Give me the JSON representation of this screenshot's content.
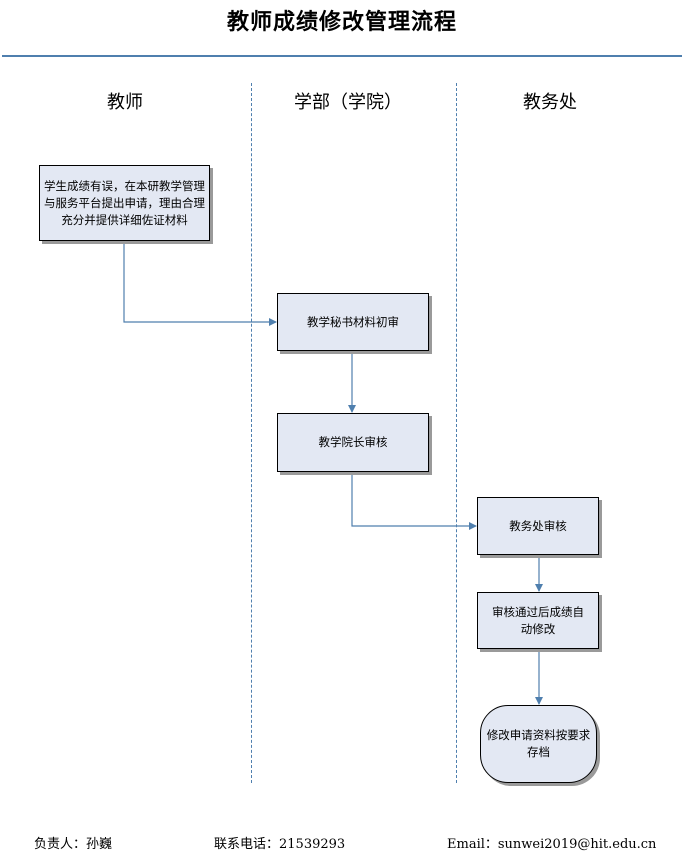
{
  "title": "教师成绩修改管理流程",
  "lanes": [
    "教师",
    "学部（学院）",
    "教务处"
  ],
  "steps": {
    "apply": "学生成绩有误，在本研教学管理与服务平台提出申请，理由合理充分并提供详细佐证材料",
    "secretary_review": "教学秘书材料初审",
    "dean_review": "教学院长审核",
    "academic_affairs_review": "教务处审核",
    "auto_modify": "审核通过后成绩自动修改",
    "archive": "修改申请资料按要求存档"
  },
  "colors": {
    "rule": "#4f7fae",
    "connector": "#4f7fae",
    "box_fill": "#e3e8f3"
  },
  "footer": {
    "owner": "负责人：孙巍",
    "phone": "联系电话：21539293",
    "email": "Email：sunwei2019@hit.edu.cn"
  }
}
